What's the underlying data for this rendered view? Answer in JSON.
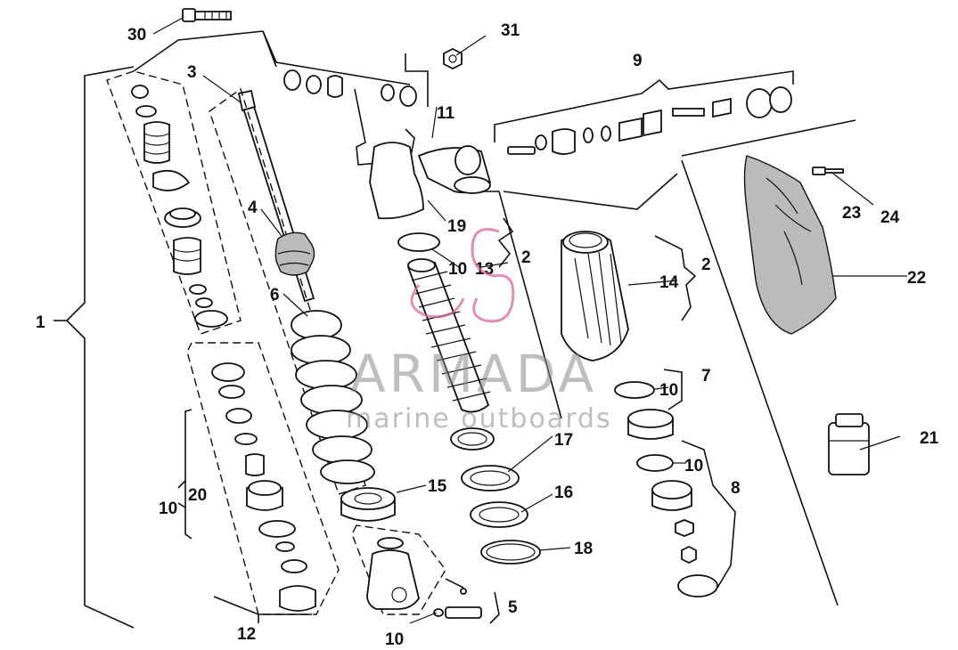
{
  "callouts": {
    "c1": "1",
    "c2a": "2",
    "c2b": "2",
    "c3": "3",
    "c4": "4",
    "c5": "5",
    "c6": "6",
    "c7": "7",
    "c8": "8",
    "c9": "9",
    "c10a": "10",
    "c10b": "10",
    "c10c": "10",
    "c10d": "10",
    "c10e": "10",
    "c11": "11",
    "c12": "12",
    "c13": "13",
    "c14": "14",
    "c15": "15",
    "c16": "16",
    "c17": "17",
    "c18": "18",
    "c19": "19",
    "c20": "20",
    "c21": "21",
    "c22": "22",
    "c23": "23",
    "c24": "24",
    "c30": "30",
    "c31": "31"
  },
  "watermark": {
    "brand": "ARMADA",
    "tagline": "marine outboards"
  }
}
